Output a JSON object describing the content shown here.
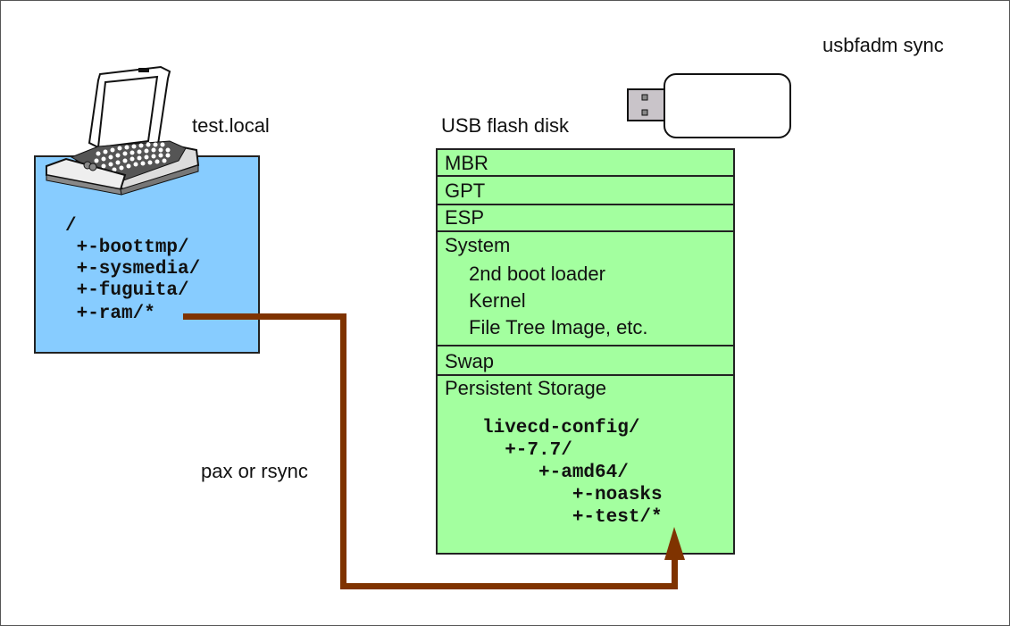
{
  "title": "usbfadm sync",
  "host": {
    "name": "test.local",
    "tree": [
      "/",
      " +-boottmp/",
      " +-sysmedia/",
      " +-fuguita/",
      " +-ram/*"
    ],
    "icon": "laptop-icon",
    "fill_color": "#87ccff"
  },
  "usb": {
    "label": "USB flash disk",
    "icon": "usb-flash-drive-icon",
    "fill_color": "#a3ff9f",
    "partitions": [
      {
        "name": "MBR",
        "details": []
      },
      {
        "name": "GPT",
        "details": []
      },
      {
        "name": "ESP",
        "details": []
      },
      {
        "name": "System",
        "details": [
          "2nd boot loader",
          "Kernel",
          "File Tree Image, etc."
        ]
      },
      {
        "name": "Swap",
        "details": []
      },
      {
        "name": "Persistent Storage",
        "details": []
      }
    ],
    "storage_tree": [
      "livecd-config/",
      "  +-7.7/",
      "     +-amd64/",
      "        +-noasks",
      "        +-test/*"
    ]
  },
  "transfer": {
    "label": "pax or rsync",
    "arrow_color": "#7f3300"
  }
}
